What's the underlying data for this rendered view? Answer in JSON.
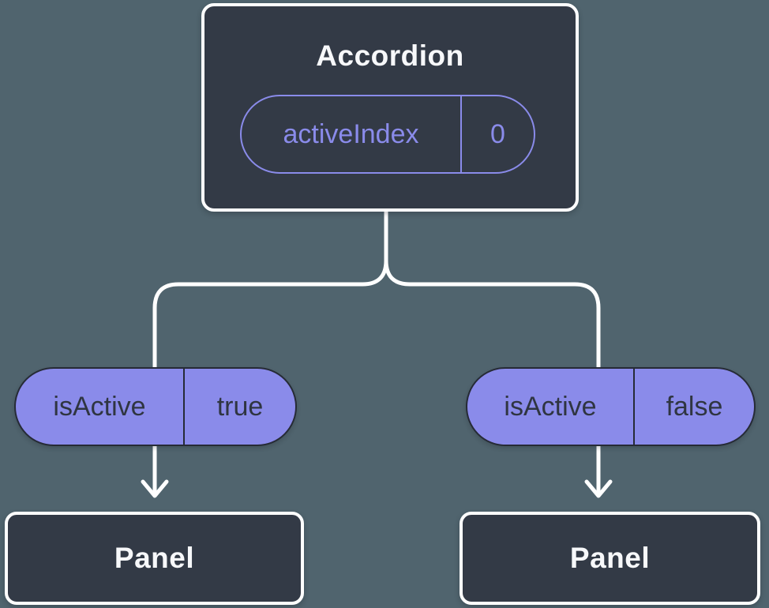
{
  "diagram": {
    "root_node": {
      "title": "Accordion",
      "prop": {
        "name": "activeIndex",
        "value": "0"
      }
    },
    "state_pills": [
      {
        "name": "isActive",
        "value": "true"
      },
      {
        "name": "isActive",
        "value": "false"
      }
    ],
    "panels": [
      {
        "title": "Panel"
      },
      {
        "title": "Panel"
      }
    ]
  },
  "colors": {
    "background": "#50646E",
    "node-bg": "#333A46",
    "node-border": "#FFFFFF",
    "node-text": "#F7F8FA",
    "accent": "#8A8BEA",
    "pill-border": "#262B36",
    "pill-text": "#2F3541",
    "connector": "#FFFFFF"
  }
}
